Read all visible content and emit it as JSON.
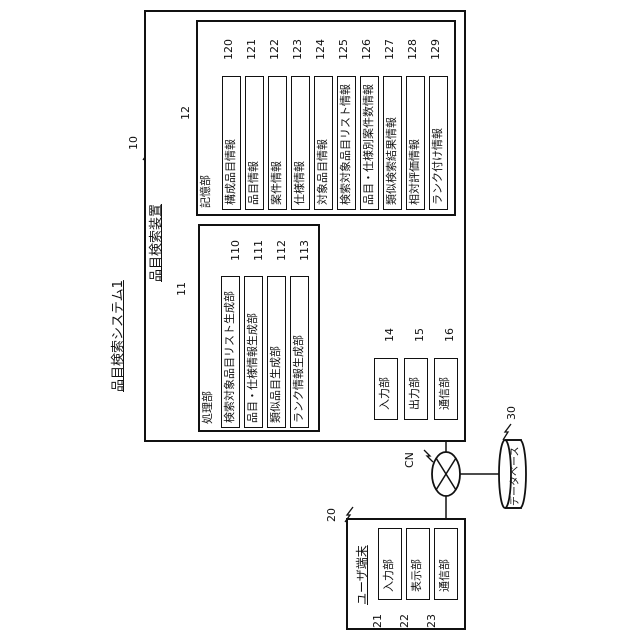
{
  "system": {
    "title": "品目検索システム1"
  },
  "device": {
    "title": "品目検索装置",
    "ref": "10"
  },
  "storage": {
    "label": "記憶部",
    "ref": "12",
    "items": [
      {
        "ref": "120",
        "label": "構成品目情報"
      },
      {
        "ref": "121",
        "label": "品目情報"
      },
      {
        "ref": "122",
        "label": "案件情報"
      },
      {
        "ref": "123",
        "label": "仕様情報"
      },
      {
        "ref": "124",
        "label": "対象品目情報"
      },
      {
        "ref": "125",
        "label": "検索対象品目リスト情報"
      },
      {
        "ref": "126",
        "label": "品目・仕様別案件数情報"
      },
      {
        "ref": "127",
        "label": "類似検索結果情報"
      },
      {
        "ref": "128",
        "label": "相対評価情報"
      },
      {
        "ref": "129",
        "label": "ランク付け情報"
      }
    ]
  },
  "processing": {
    "label": "処理部",
    "ref": "11",
    "items": [
      {
        "ref": "110",
        "label": "検索対象品目リスト生成部"
      },
      {
        "ref": "111",
        "label": "品目・仕様情報生成部"
      },
      {
        "ref": "112",
        "label": "類似品目生成部"
      },
      {
        "ref": "113",
        "label": "ランク情報生成部"
      }
    ]
  },
  "io": [
    {
      "ref": "14",
      "label": "入力部"
    },
    {
      "ref": "15",
      "label": "出力部"
    },
    {
      "ref": "16",
      "label": "通信部"
    }
  ],
  "network": {
    "label": "CN"
  },
  "database": {
    "label": "データベース",
    "ref": "30"
  },
  "terminal": {
    "title": "ユーザ端末",
    "ref": "20",
    "items": [
      {
        "ref": "21",
        "label": "入力部"
      },
      {
        "ref": "22",
        "label": "表示部"
      },
      {
        "ref": "23",
        "label": "通信部"
      }
    ]
  }
}
